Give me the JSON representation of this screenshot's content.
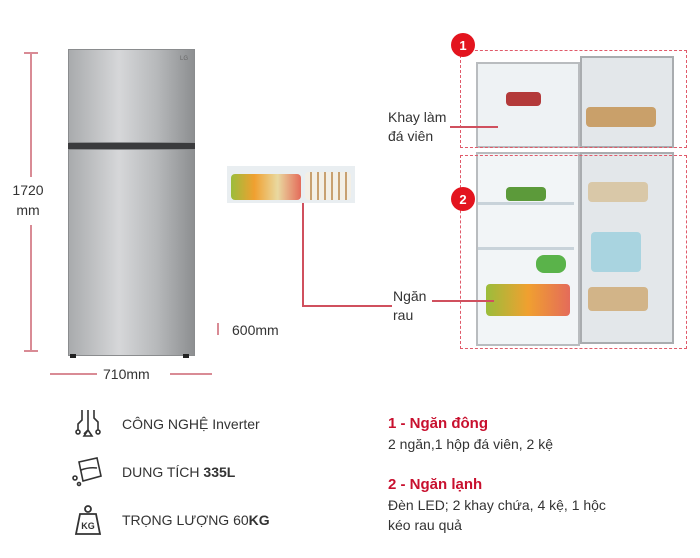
{
  "dimensions": {
    "height_value": "1720",
    "height_unit": "mm",
    "width_label": "710mm",
    "depth_label": "600mm"
  },
  "brand_logo": "LG",
  "callouts": {
    "zone1_badge": "1",
    "zone2_badge": "2",
    "ice_tray_line1": "Khay làm",
    "ice_tray_line2": "đá viên",
    "veg_line1": "Ngăn",
    "veg_line2": "rau"
  },
  "specs": [
    {
      "icon": "inverter-chip-icon",
      "label": "CÔNG NGHỆ Inverter",
      "bold": ""
    },
    {
      "icon": "capacity-box-icon",
      "label": "DUNG TÍCH ",
      "bold": "335L"
    },
    {
      "icon": "weight-kg-icon",
      "label": "TRỌNG LƯỢNG 60",
      "bold": "KG",
      "icon_text": "KG"
    }
  ],
  "compartments": [
    {
      "title": "1 - Ngăn đông",
      "desc_line1": "2 ngăn,1 hộp đá viên, 2 kệ"
    },
    {
      "title": "2 - Ngăn lạnh",
      "desc_line1": "Đèn LED; 2 khay chứa, 4 kệ, 1 hộc",
      "desc_line2": "kéo rau quả"
    }
  ],
  "colors": {
    "accent_red": "#c8102e",
    "badge_red": "#e3141e",
    "dimension_line": "#d98b95"
  }
}
